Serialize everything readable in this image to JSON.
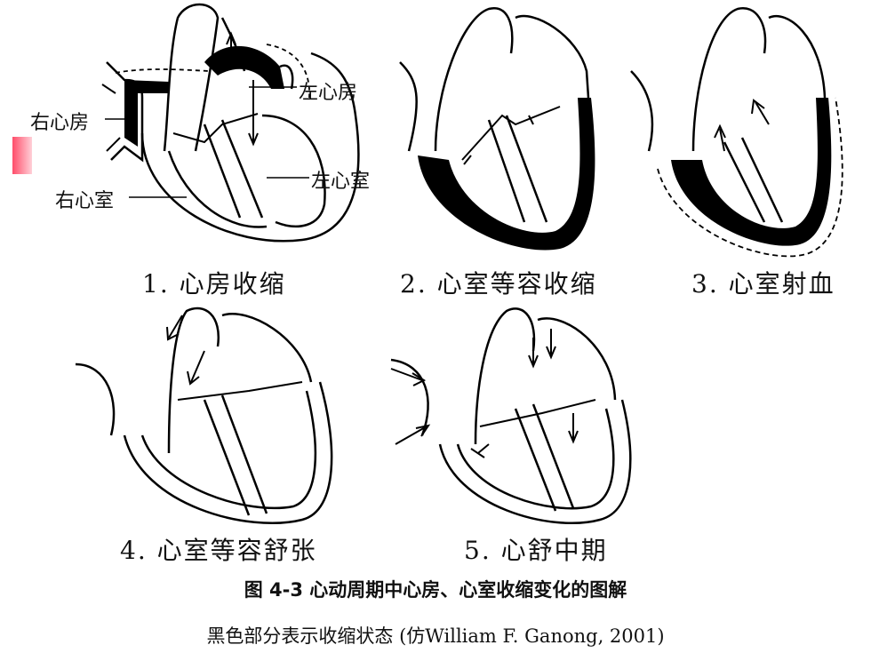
{
  "figure": {
    "title": "图 4-3   心动周期中心房、心室收缩变化的图解",
    "note": "黑色部分表示收缩状态 (仿William F. Ganong, 2001)"
  },
  "panels": [
    {
      "caption": "1. 心房收缩",
      "contracted": "atria"
    },
    {
      "caption": "2. 心室等容收缩",
      "contracted": "ventricles"
    },
    {
      "caption": "3. 心室射血",
      "contracted": "ventricles"
    },
    {
      "caption": "4. 心室等容舒张",
      "contracted": "none"
    },
    {
      "caption": "5. 心舒中期",
      "contracted": "none"
    }
  ],
  "labels": {
    "right_atrium": "右心房",
    "left_atrium": "左心房",
    "left_ventricle": "左心室",
    "right_ventricle": "右心室"
  },
  "colors": {
    "ink": "#000000",
    "accent": "#ff4d6a"
  }
}
